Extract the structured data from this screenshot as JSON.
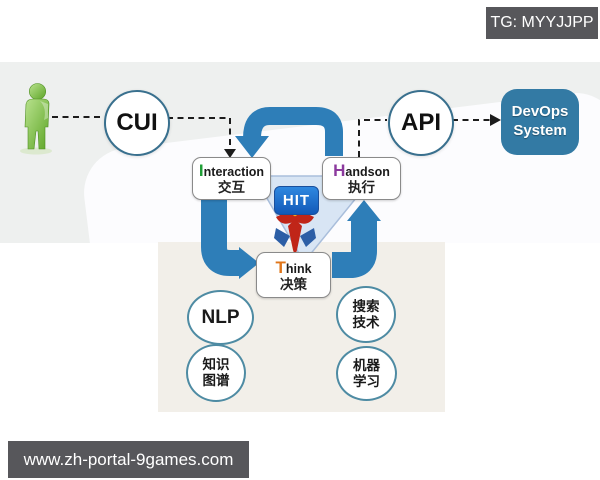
{
  "watermark_top": {
    "label": "TG: MYYJJPP"
  },
  "watermark_bottom": {
    "label": "www.zh-portal-9games.com"
  },
  "diagram": {
    "cui": {
      "label": "CUI"
    },
    "api": {
      "label": "API"
    },
    "devops": {
      "line1": "DevOps",
      "line2": "System"
    },
    "hit": {
      "label": "HIT"
    },
    "interaction": {
      "initial": "I",
      "rest": "nteraction",
      "zh": "交互"
    },
    "handson": {
      "initial": "H",
      "rest": "andson",
      "zh": "执行"
    },
    "think": {
      "initial": "T",
      "rest": "hink",
      "zh": "决策"
    },
    "skills": {
      "nlp": {
        "label": "NLP"
      },
      "search": {
        "line1": "搜索",
        "line2": "技术"
      },
      "knowledge": {
        "line1": "知识",
        "line2": "图谱"
      },
      "ml": {
        "line1": "机器",
        "line2": "学习"
      }
    },
    "colors": {
      "arrow_blue": "#2e7eb8",
      "triangle_fill": "#d8e5f4",
      "triangle_border": "#a9bedb",
      "devops_bg": "#337aa4",
      "hit_bg": "#1f6fd0",
      "interaction_initial": "#1f9e35",
      "handson_initial": "#8c3a9e",
      "think_initial": "#e0761a",
      "badge_bg": "#57575b",
      "person_green": "#6fba2c",
      "circle_border": "#39708e"
    }
  }
}
